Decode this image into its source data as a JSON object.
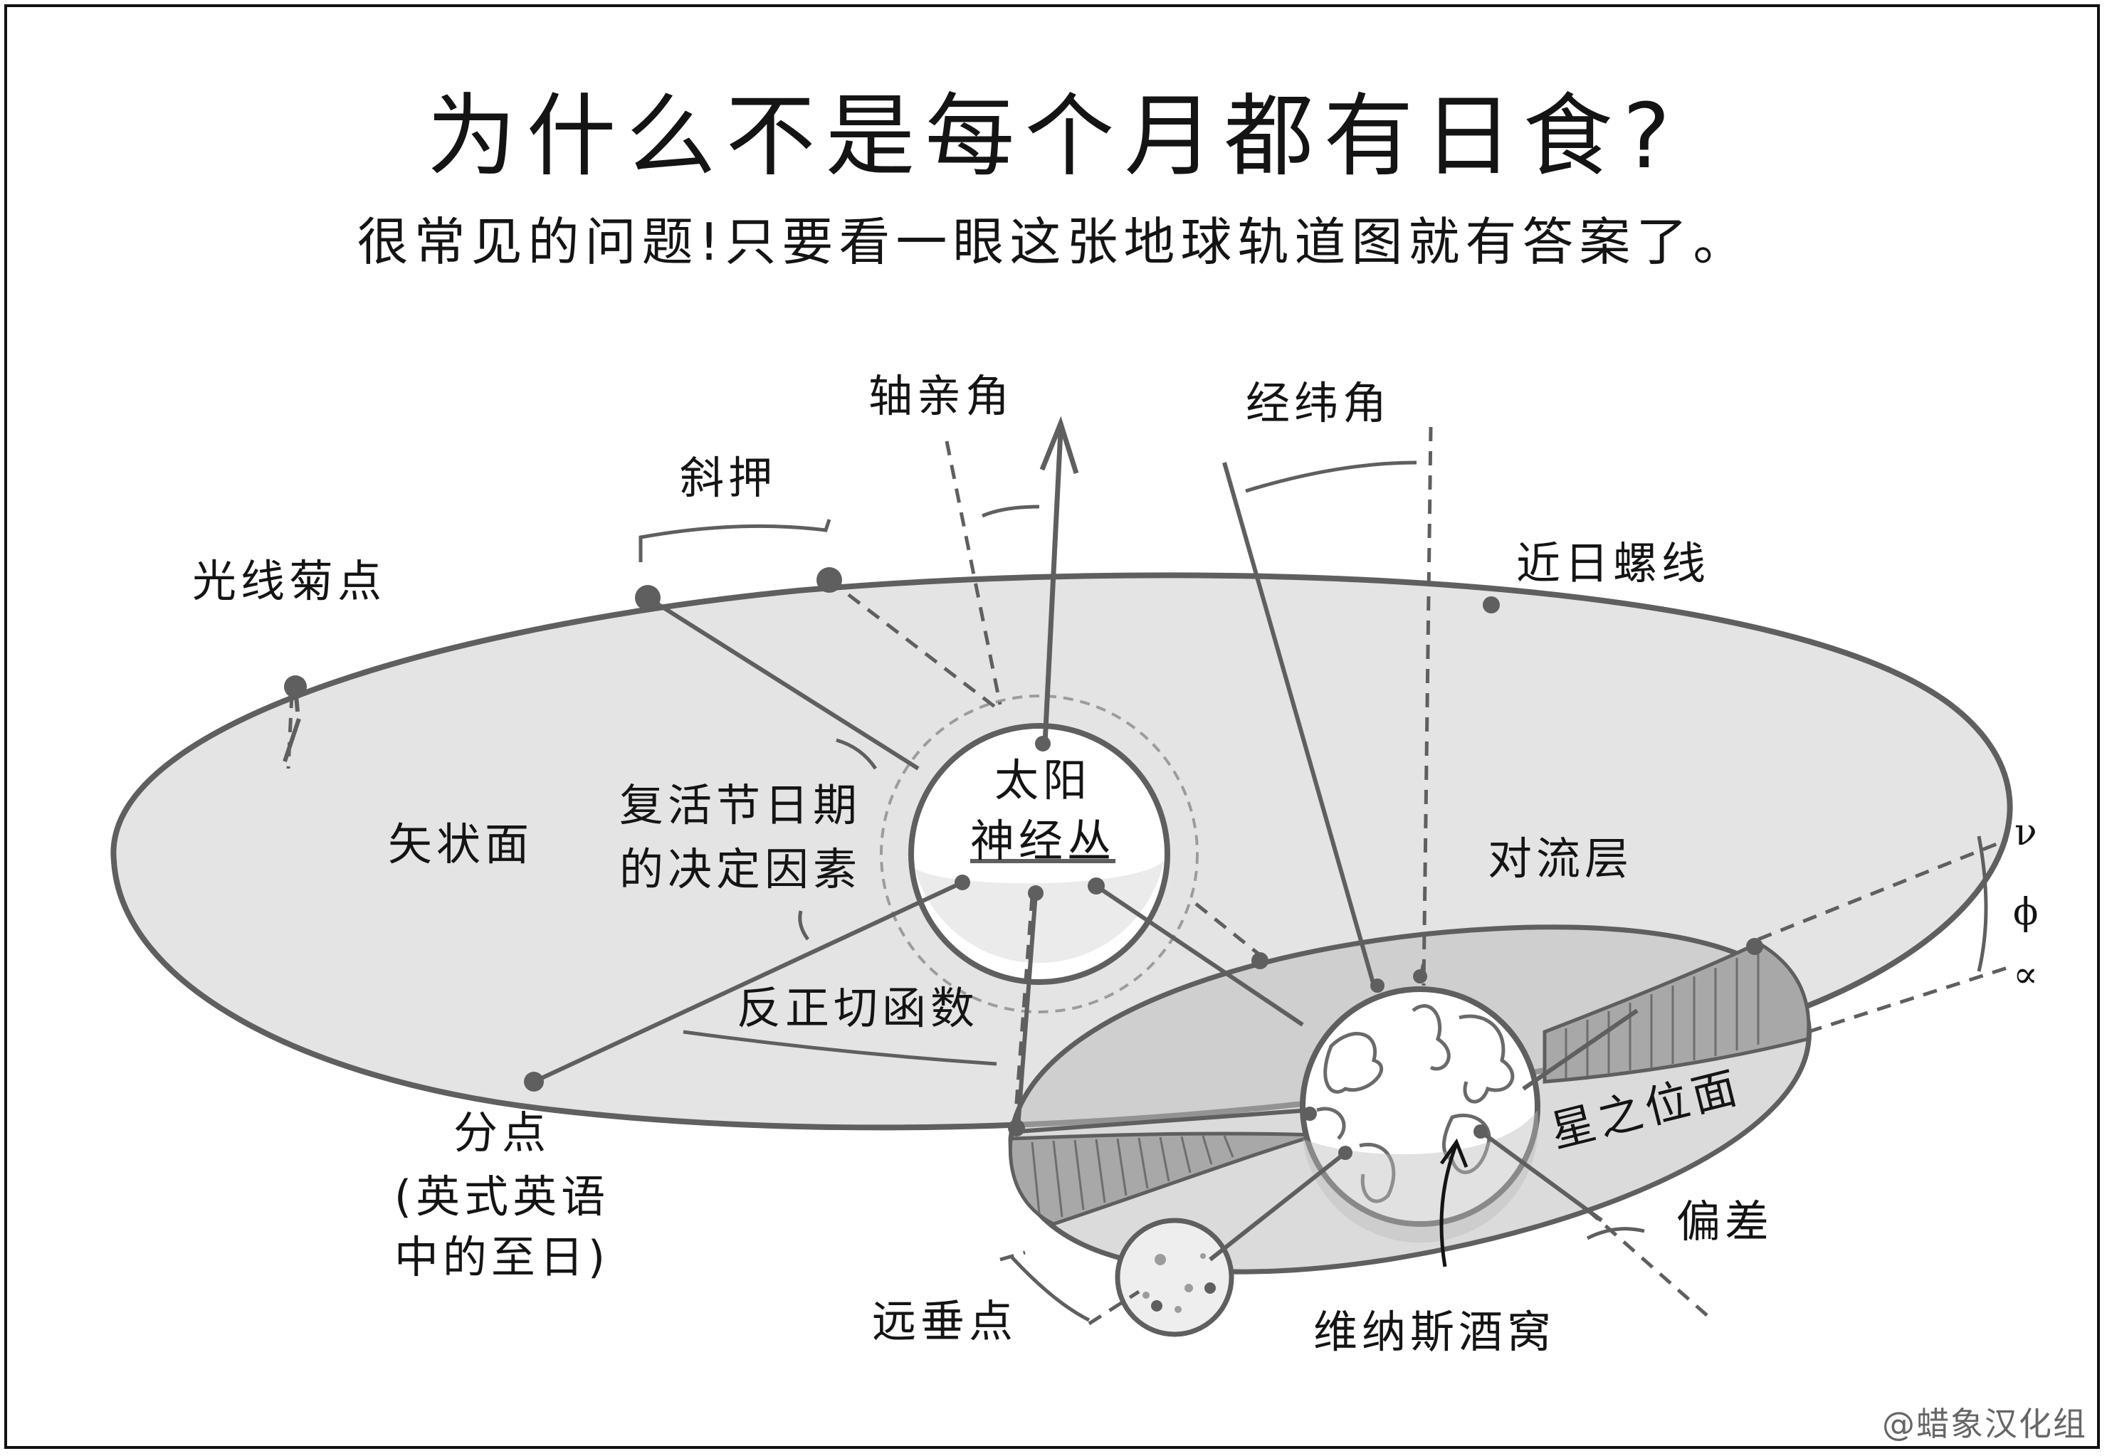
{
  "title": "为什么不是每个月都有日食?",
  "subtitle": "很常见的问题!只要看一眼这张地球轨道图就有答案了。",
  "credit": "@蜡象汉化组",
  "sun_label_line1": "太阳",
  "sun_label_line2": "神经丛",
  "labels": {
    "zhou_qin_jiao": "轴亲角",
    "jing_wei_jiao": "经纬角",
    "xie_ya": "斜押",
    "guang_xian_ju_dian": "光线菊点",
    "jin_ri_luo_xian": "近日螺线",
    "shi_zhuang_mian": "矢状面",
    "fu_huo_jie_1": "复活节日期",
    "fu_huo_jie_2": "的决定因素",
    "dui_liu_ceng": "对流层",
    "fan_zheng_qie": "反正切函数",
    "fen_dian": "分点",
    "fen_dian_note_1": "(英式英语",
    "fen_dian_note_2": "中的至日)",
    "xing_zhi_wei_mian": "星之位面",
    "pian_cha": "偏差",
    "yuan_chui_dian": "远垂点",
    "wei_na_si_jiu_wo": "维纳斯酒窝"
  },
  "symbols": {
    "upper": "ν",
    "middle": "ϕ",
    "lower": "∝"
  },
  "colors": {
    "ink": "#141414",
    "line": "#5f5f5f",
    "big_plane": "#e4e4e4",
    "small_plane": "#bdbdbd",
    "sun_fill": "#ffffff",
    "earth_fill": "#ffffff",
    "moon_fill": "#eeeeee"
  }
}
